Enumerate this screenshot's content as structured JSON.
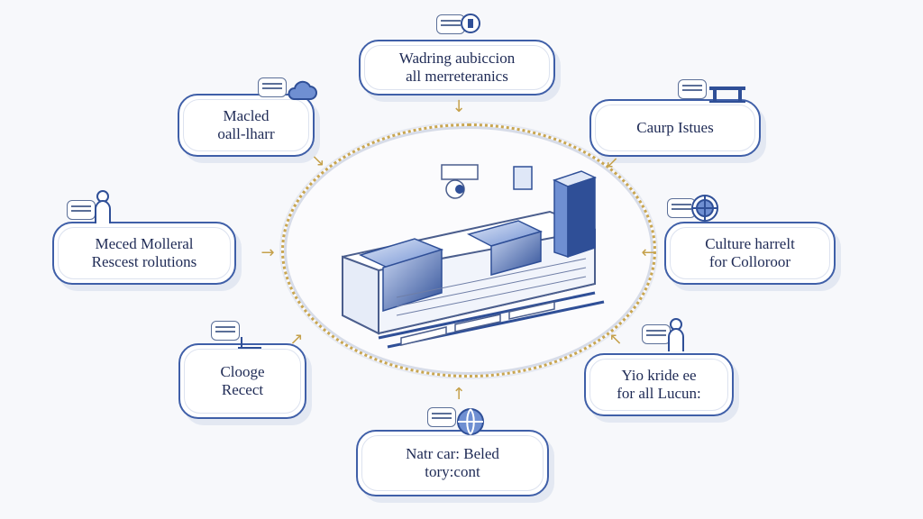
{
  "colors": {
    "card_border": "#3f5fa8",
    "text": "#1e2a55",
    "ring_dots": "#c9a650",
    "background": "#f7f8fb"
  },
  "nodes": [
    {
      "id": "top",
      "label": "Wadring aubiccion\nall merreteranics",
      "icon": "clock-badge-icon"
    },
    {
      "id": "top-right",
      "label": "Caurp Istues",
      "icon": "bridge-icon"
    },
    {
      "id": "right",
      "label": "Culture harrelt\nfor Colloroor",
      "icon": "globe-badge-icon"
    },
    {
      "id": "bottom-right",
      "label": "Yio kride ee\nfor all Lucun:",
      "icon": "person-icon"
    },
    {
      "id": "bottom",
      "label": "Natr car: Beled\ntory:cont",
      "icon": "globe-icon"
    },
    {
      "id": "bottom-left",
      "label": "Clooge\nRecect",
      "icon": "doc-icon"
    },
    {
      "id": "left",
      "label": "Meced Molleral\nRescest rolutions",
      "icon": "person-icon"
    },
    {
      "id": "top-left",
      "label": "Macled\noall-lharr",
      "icon": "cloud-icon"
    }
  ],
  "center": {
    "icon": "factory-illustration-icon",
    "label": "",
    "ring_style": "dotted"
  }
}
